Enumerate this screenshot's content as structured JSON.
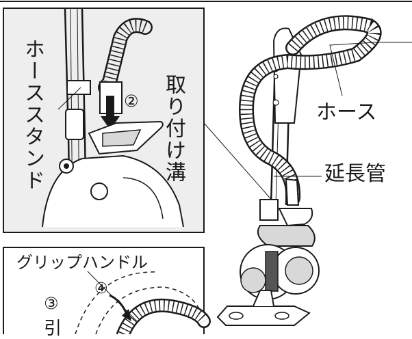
{
  "labels": {
    "hose_stand": "ホーススタンド",
    "mounting_groove": "取り付け溝",
    "hose": "ホース",
    "extension_pipe": "延長管",
    "grip_handle": "グリップハンドル",
    "step_2": "②",
    "step_3": "③",
    "step_4": "④",
    "pull": "引"
  },
  "colors": {
    "panel_fill": "#eeeeee",
    "line": "#1a1a1a",
    "body_fill": "#d8d8d8",
    "dark_fill": "#555555"
  }
}
